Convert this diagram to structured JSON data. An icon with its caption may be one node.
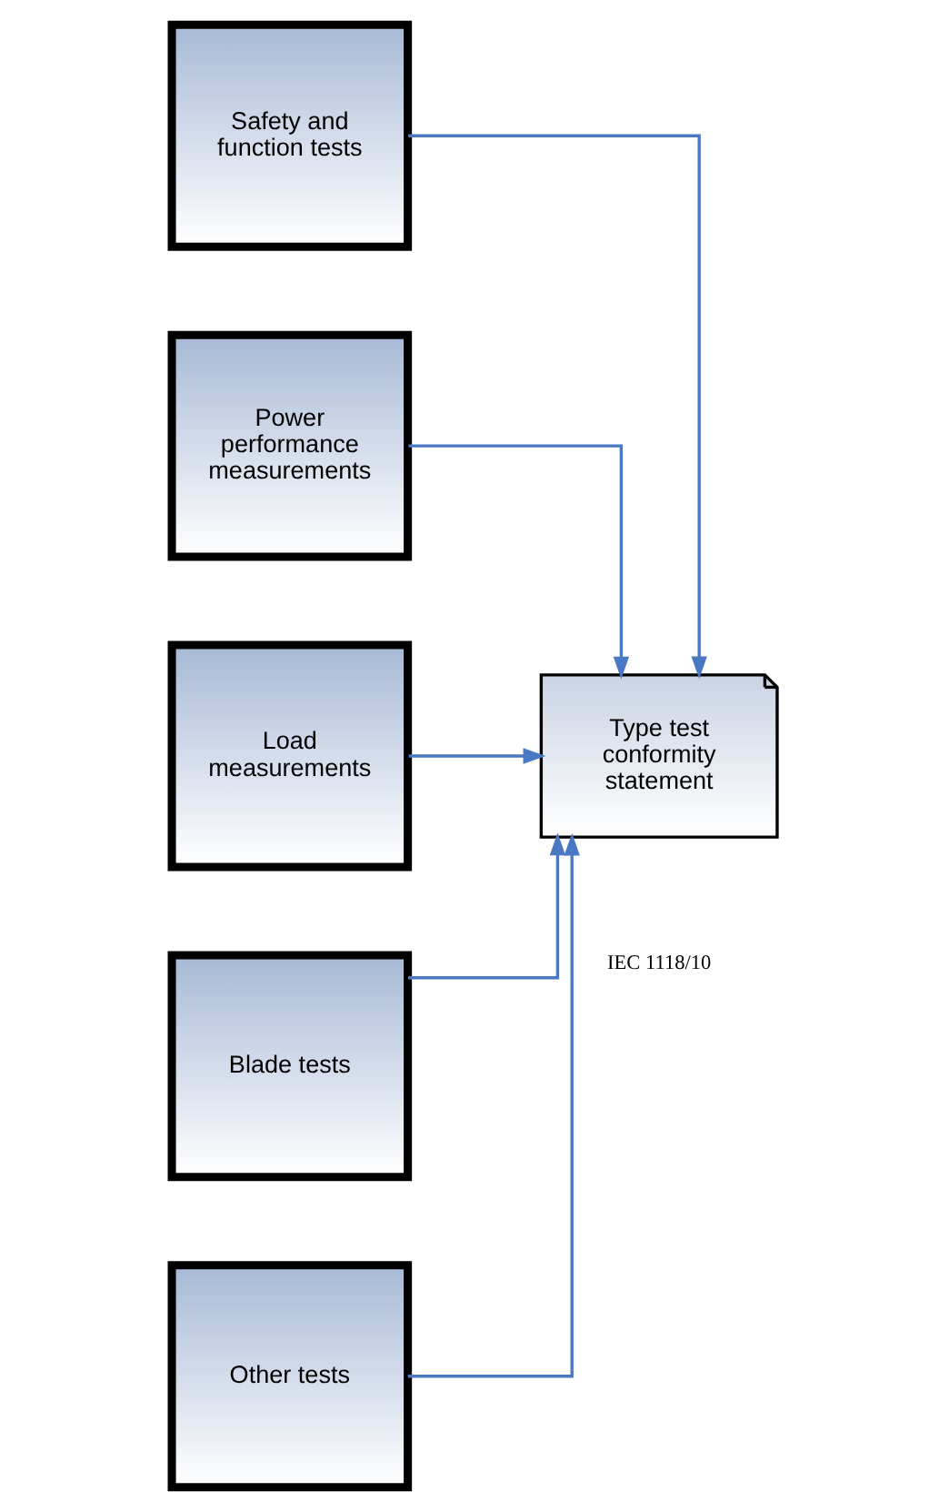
{
  "diagram": {
    "nodes": [
      {
        "text": [
          "Safety and function tests"
        ]
      },
      {
        "text": [
          "Power performance measurements"
        ]
      },
      {
        "text": [
          "Load measurements"
        ]
      },
      {
        "text": [
          "Blade tests"
        ]
      },
      {
        "text": [
          "Other tests"
        ]
      },
      {
        "text": [
          "Type test conformity statement"
        ]
      }
    ],
    "edges": [
      {
        "from": 0,
        "to": 5,
        "arrow": "to"
      },
      {
        "from": 1,
        "to": 5,
        "arrow": "to"
      },
      {
        "from": 2,
        "to": 5,
        "arrow": "to"
      },
      {
        "from": 3,
        "to": 5,
        "arrow": "to"
      },
      {
        "from": 4,
        "to": 5,
        "arrow": "to"
      }
    ],
    "labels": [
      "IEC 1118/10"
    ]
  }
}
